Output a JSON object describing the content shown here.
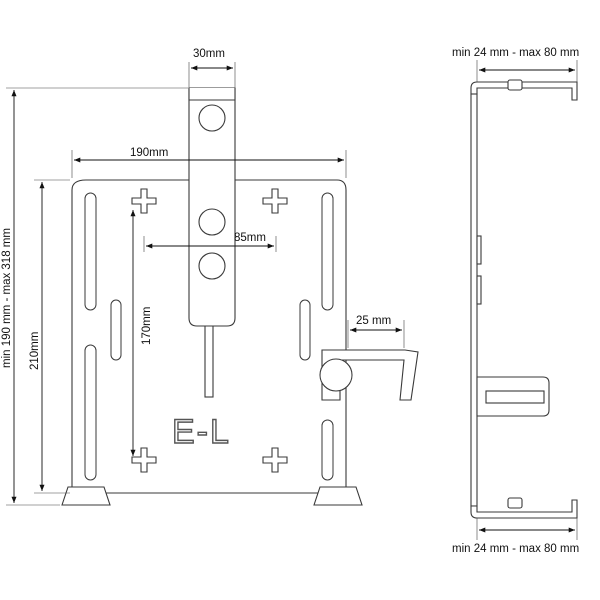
{
  "dimensions": {
    "top_width": "30mm",
    "plate_width": "190mm",
    "hole_spacing": "85mm",
    "vertical_hole_spacing": "170mm",
    "clamp_depth": "25 mm",
    "plate_height": "210mm",
    "overall_height": "min 190 mm - max 318 mm",
    "side_top": "min 24 mm - max 80 mm",
    "side_bottom": "min 24 mm - max 80 mm"
  },
  "logo": {
    "text": "E-L"
  }
}
